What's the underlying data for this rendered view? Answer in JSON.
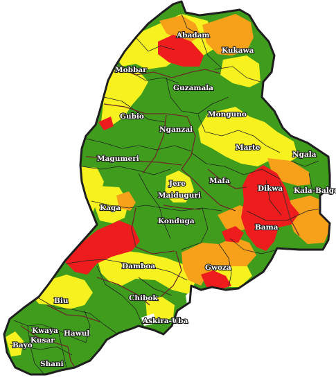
{
  "colors": {
    "green": "#3f9c1c",
    "yellow": "#f7f21f",
    "orange": "#f7a11a",
    "red": "#ee1c1c",
    "white": "#ffffff",
    "border": "#1e1e1e",
    "lga_border": "#6b2a2a"
  },
  "labels": {
    "abadam": "Abadam",
    "kukawa": "Kukawa",
    "mobbar": "Mobbar",
    "guzamala": "Guzamala",
    "gubio": "Gubio",
    "monguno": "Monguno",
    "nganzai": "Nganzai",
    "marte": "Marte",
    "ngala": "Ngala",
    "magumeri": "Magumeri",
    "jere": "Jere",
    "mafa": "Mafa",
    "dikwa": "Dikwa",
    "kala_balge": "Kala-Balge",
    "maiduguri": "Maiduguri",
    "kaga": "Kaga",
    "konduga": "Konduga",
    "bama": "Bama",
    "damboa": "Damboa",
    "gwoza": "Gwoza",
    "biu": "Biu",
    "chibok": "Chibok",
    "askira_uba": "Askira-Uba",
    "kwaya_kusar_1": "Kwaya",
    "kwaya_kusar_2": "Kusar",
    "hawul": "Hawul",
    "bayo": "Bayo",
    "shani": "Shani"
  }
}
